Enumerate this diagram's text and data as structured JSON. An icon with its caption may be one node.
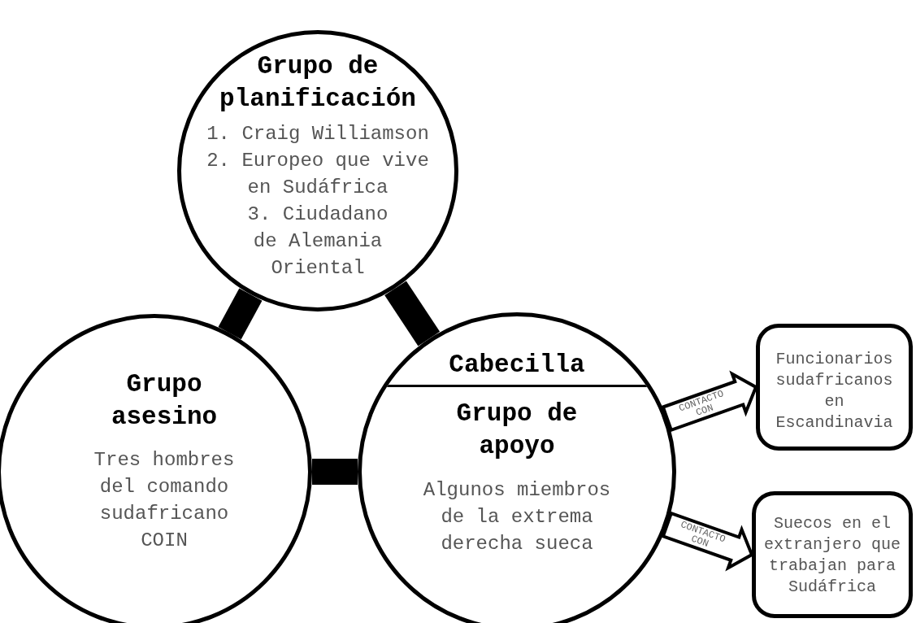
{
  "diagram": {
    "nodes": [
      {
        "text": [
          "Grupo de planificación",
          "1. Craig Williamson",
          "2. Europeo que vive en Sudáfrica",
          "3. Ciudadano de Alemania Oriental"
        ]
      },
      {
        "text": [
          "Grupo asesino",
          "Tres hombres del comando sudafricano COIN"
        ]
      },
      {
        "text": [
          "Cabecilla",
          "Grupo de apoyo",
          "Algunos miembros de la extrema derecha sueca"
        ]
      },
      {
        "text": [
          "Funcionarios sudafricanos en Escandinavia"
        ]
      },
      {
        "text": [
          "Suecos en el extranjero que trabajan para Sudáfrica"
        ]
      }
    ],
    "edges": [
      {
        "from": 0,
        "to": 1,
        "arrow": "none"
      },
      {
        "from": 0,
        "to": 2,
        "arrow": "none"
      },
      {
        "from": 1,
        "to": 2,
        "arrow": "none"
      },
      {
        "from": 2,
        "to": 3,
        "arrow": "to",
        "label": "CONTACTO CON"
      },
      {
        "from": 2,
        "to": 4,
        "arrow": "to",
        "label": "CONTACTO CON"
      }
    ]
  }
}
